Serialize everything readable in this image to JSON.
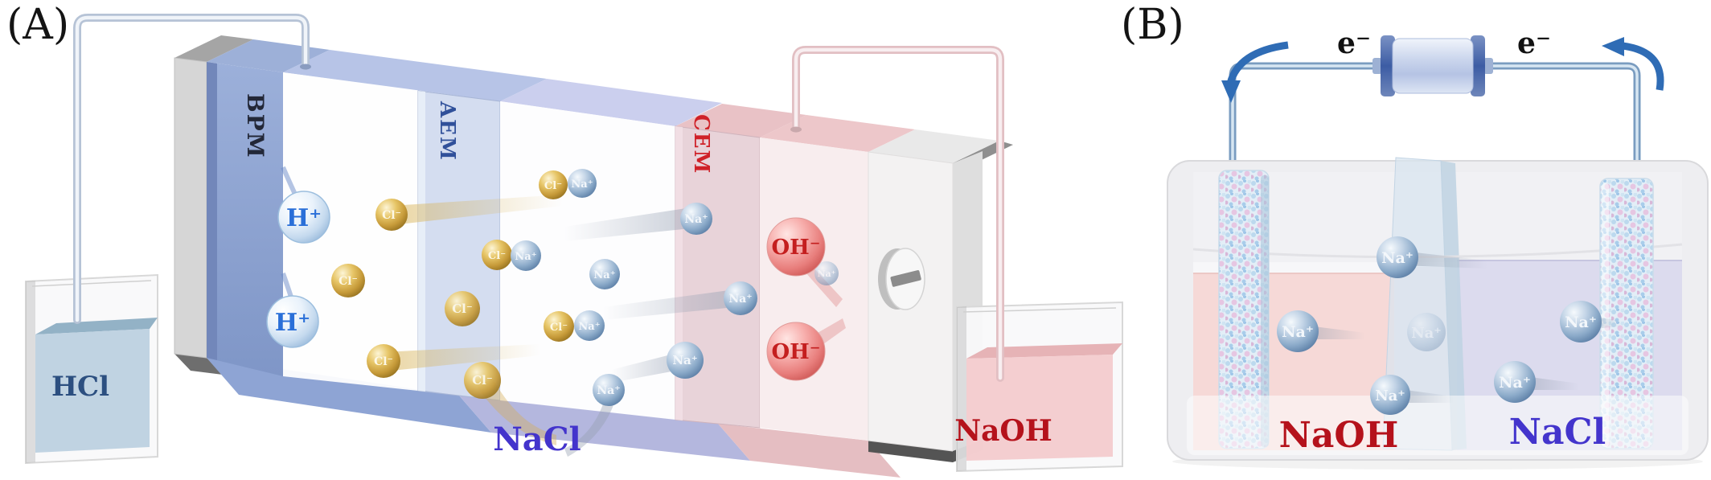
{
  "panel_a": {
    "label": "(A)",
    "membranes": {
      "bpm": "BPM",
      "aem": "AEM",
      "cem": "CEM"
    },
    "beakers": {
      "acid": "HCl",
      "base": "NaOH"
    },
    "feed_label": "NaCl",
    "ions": {
      "proton": "H⁺",
      "chloride": "Cl⁻",
      "sodium": "Na⁺",
      "hydroxide": "OH⁻"
    },
    "icons": {
      "electrode": "minus-disc-electrode",
      "tubes": "circulation-tubing"
    }
  },
  "panel_b": {
    "label": "(B)",
    "electron": "e⁻",
    "solutions": {
      "left": "NaOH",
      "right": "NaCl"
    },
    "ions": {
      "sodium": "Na⁺"
    },
    "icons": {
      "load": "external-load-cylinder",
      "arrow_left": "electron-flow-arrow-down",
      "arrow_right": "electron-flow-arrow-left",
      "electrodes": "porous-electrode-pair"
    }
  },
  "colors": {
    "bpm_membrane": "#8da2d0",
    "aem_membrane": "#c9d4ec",
    "cem_membrane": "#e4cbd2",
    "chloride_gold": "#d8b45a",
    "sodium_silver": "#8ca9c9",
    "hydroxide_red": "#e87a78",
    "proton_blue": "#cfe2f4",
    "acid_label_blue": "#2c4f80",
    "base_label_red": "#b5121b",
    "salt_label_violet": "#4334cc",
    "wire_arrow_blue": "#2f6cb5"
  }
}
